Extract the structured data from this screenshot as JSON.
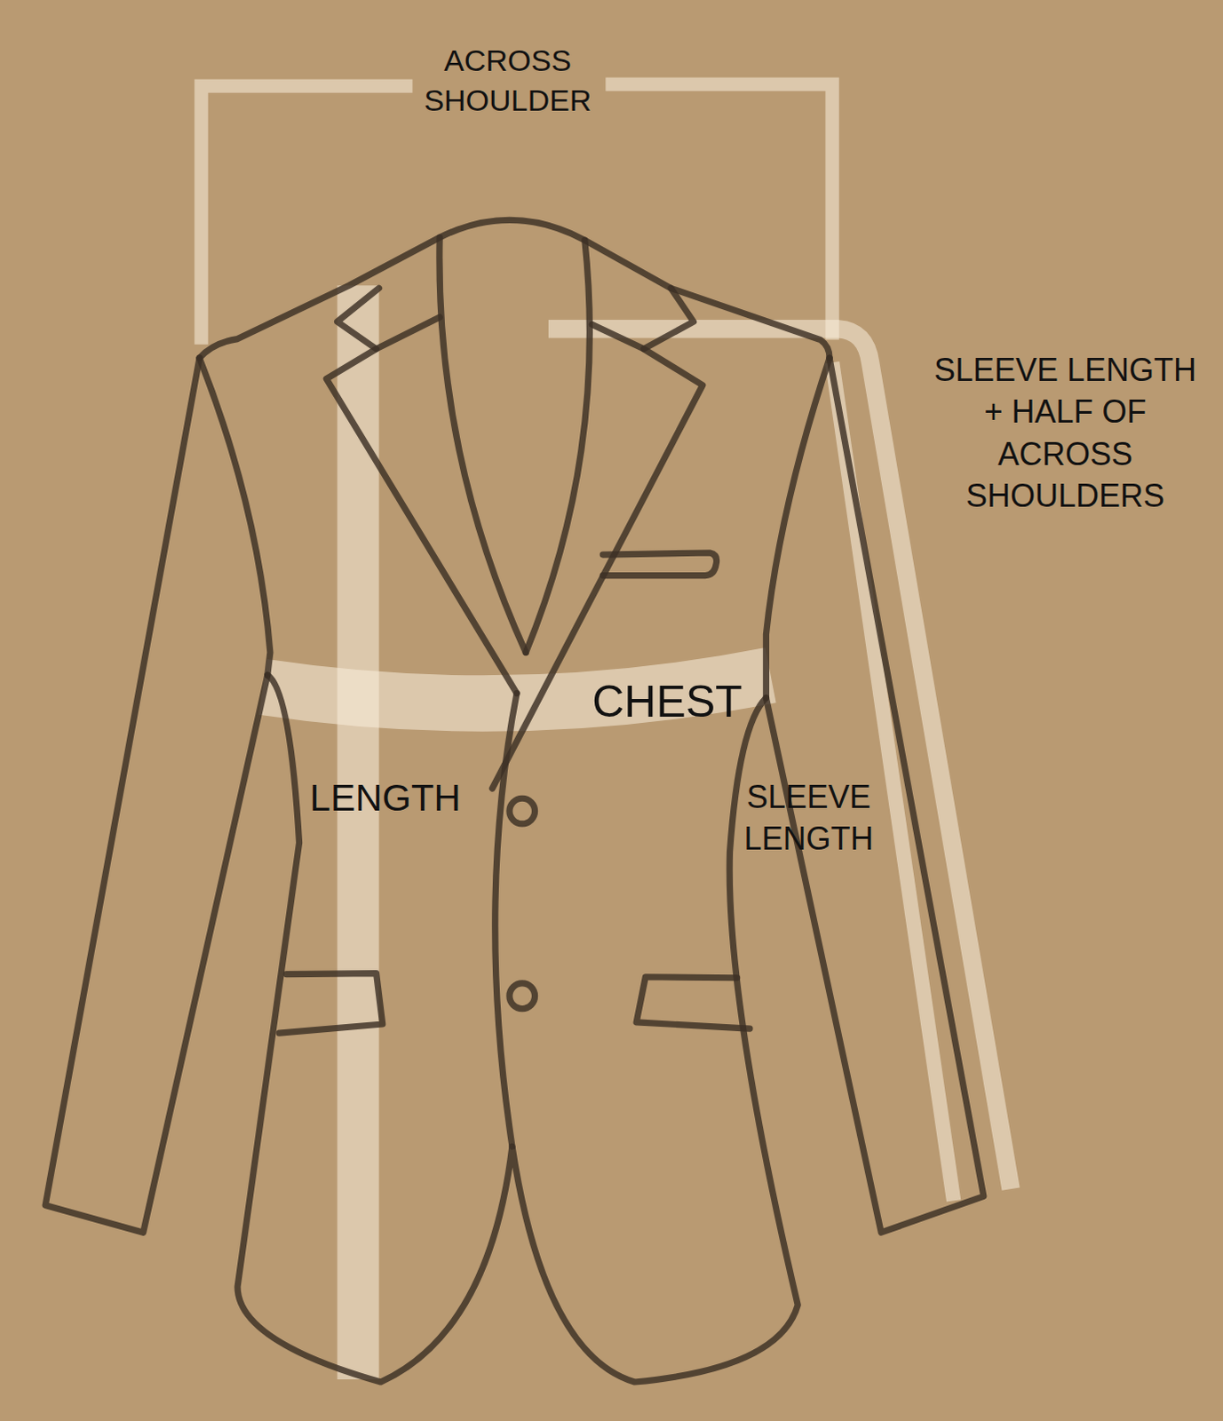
{
  "diagram": {
    "labels": [
      "ACROSS SHOULDER",
      "SLEEVE LENGTH + HALF OF ACROSS SHOULDERS",
      "CHEST",
      "LENGTH",
      "SLEEVE LENGTH"
    ]
  }
}
